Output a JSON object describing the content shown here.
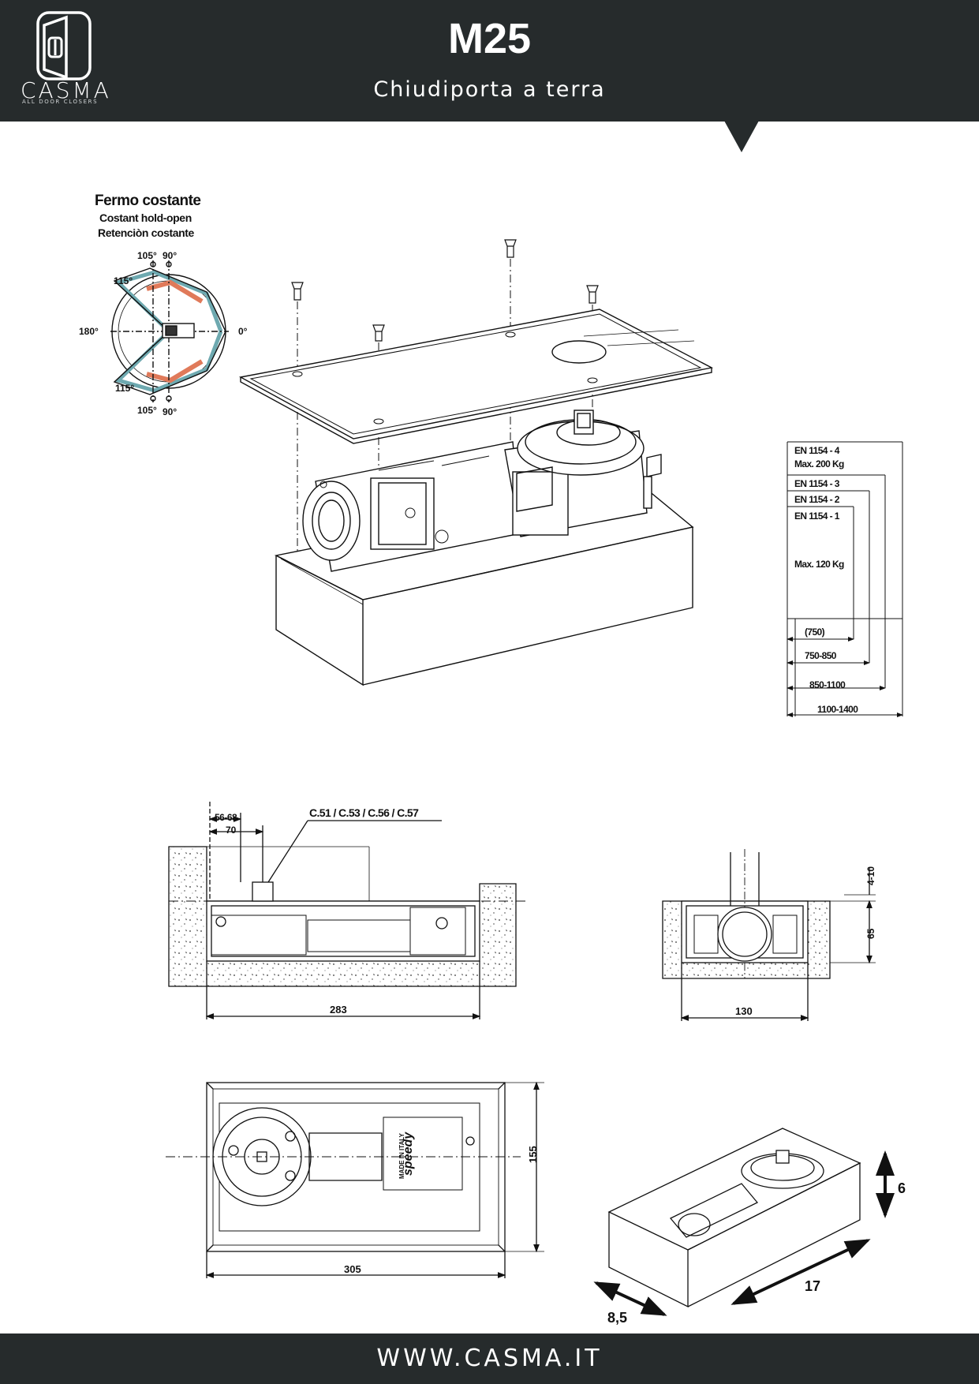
{
  "header": {
    "logo_text": "CASMA",
    "logo_tagline": "ALL DOOR CLOSERS",
    "title": "M25",
    "subtitle": "Chiudiporta a terra"
  },
  "hold_open": {
    "title": "Fermo costante",
    "title_en": "Costant hold-open",
    "title_es": "Retenciòn costante",
    "angles": {
      "a105_top": "105°",
      "a90_top": "90°",
      "a115_top": "115°",
      "a180": "180°",
      "a0": "0°",
      "a115_bottom": "115°",
      "a105_bottom": "105°",
      "a90_bottom": "90°"
    }
  },
  "plate": {
    "brand": "speedy",
    "made_in": "MADE IN ITALY"
  },
  "door_table": {
    "en4": "EN 1154 - 4",
    "max200": "Max. 200 Kg",
    "en3": "EN 1154 - 3",
    "en2": "EN 1154 - 2",
    "en1": "EN 1154 - 1",
    "max120": "Max. 120 Kg",
    "w750": "(750)",
    "w750_850": "750-850",
    "w850_1100": "850-1100",
    "w1100_1400": "1100-1400"
  },
  "dimensions": {
    "d56_68": "56-68",
    "d70": "70",
    "cover_codes": "C.51 / C.53 / C.56 / C.57",
    "d283": "283",
    "d130": "130",
    "d4_10": "4-10",
    "d65": "65",
    "d155": "155",
    "d305": "305",
    "pack_h": "6",
    "pack_l": "17",
    "pack_w": "8,5"
  },
  "footer": {
    "url": "WWW.CASMA.IT"
  }
}
